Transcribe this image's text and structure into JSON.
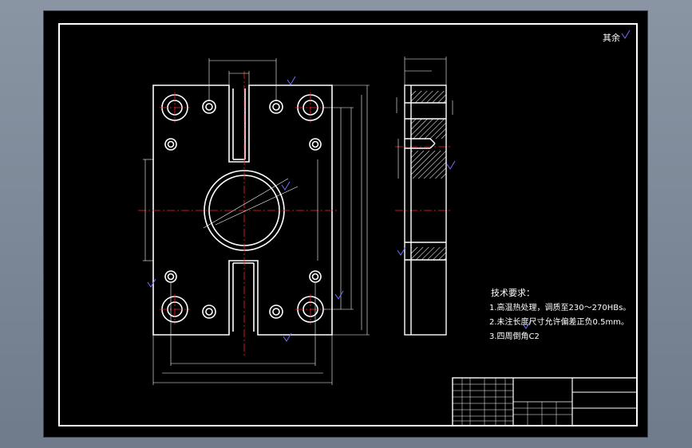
{
  "roughness": {
    "label": "其余",
    "symbol": "√"
  },
  "tech_requirements": {
    "title": "技术要求：",
    "lines": [
      "1.高温热处理，调质至230～270HBs。",
      "2.未注长度尺寸允许偏差正负0.5mm。",
      "3.四周倒角C2"
    ]
  },
  "colors": {
    "background": "#000000",
    "outline": "#ffffff",
    "centerline": "#ff2020",
    "dimension": "#ffffff",
    "hatch": "#ffffff",
    "roughness_mark": "#7070ff",
    "workspace": "#7f8a99"
  }
}
